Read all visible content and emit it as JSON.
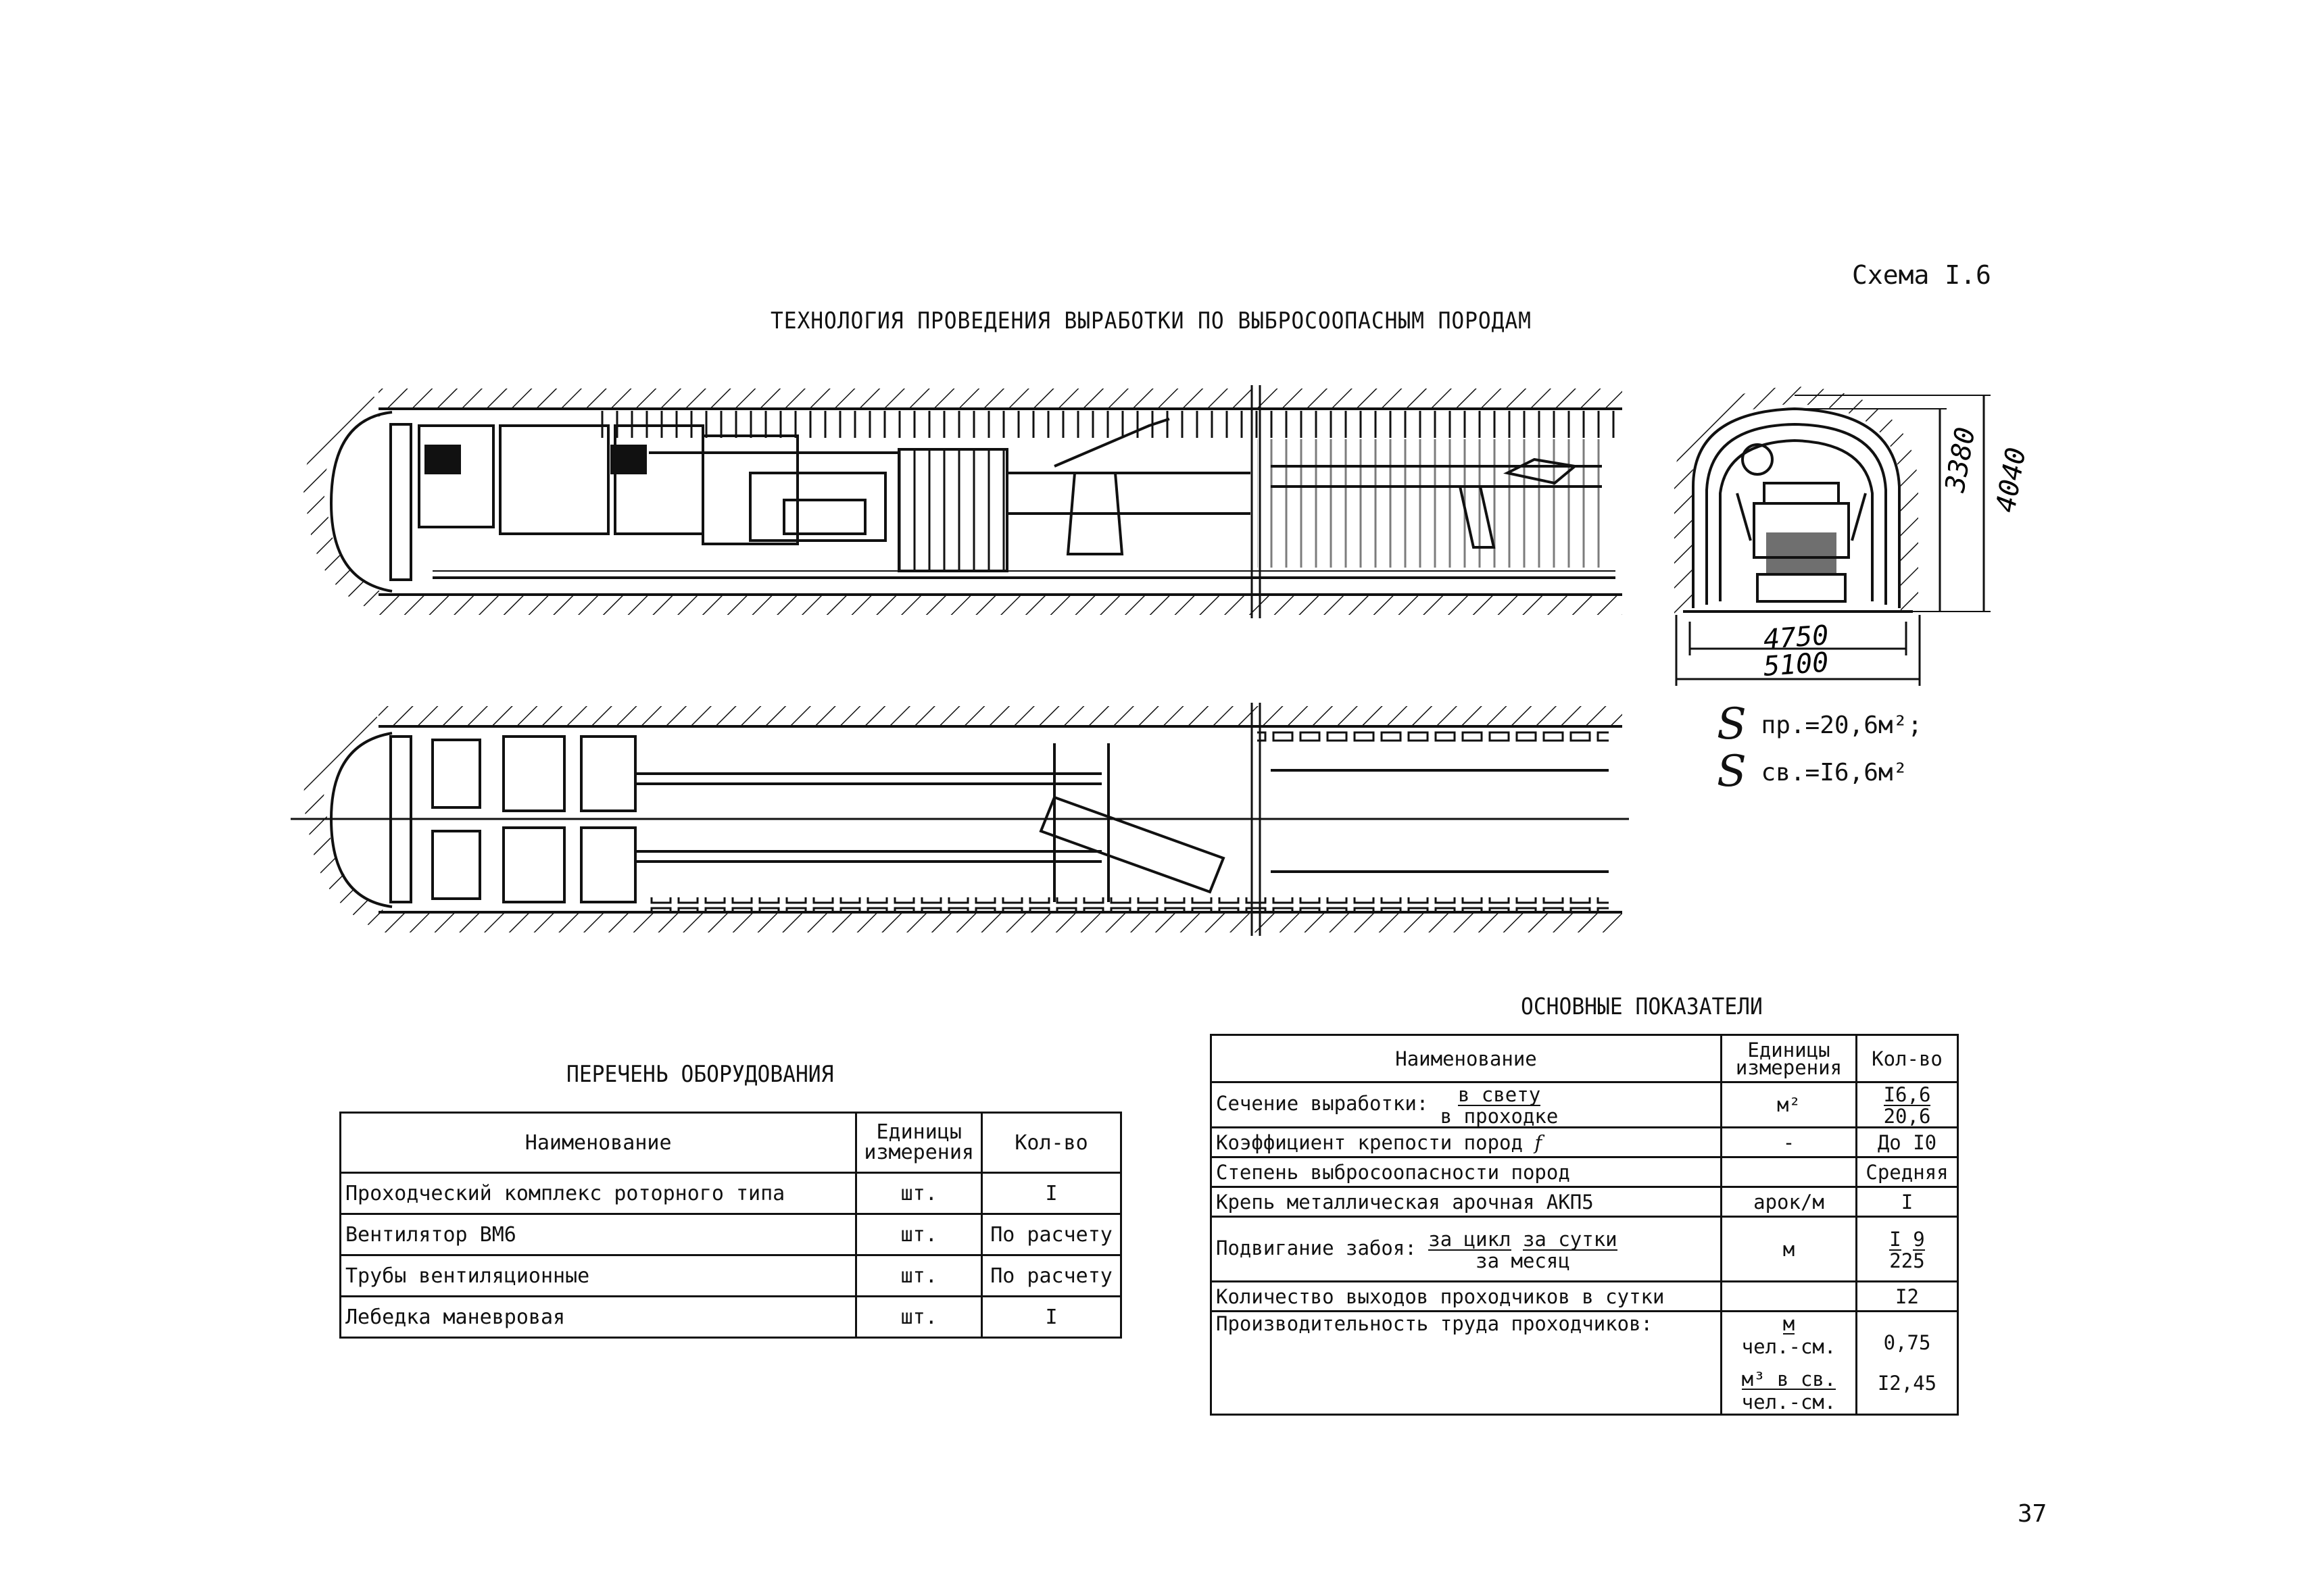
{
  "header": {
    "scheme_label": "Схема I.6",
    "title": "ТЕХНОЛОГИЯ ПРОВЕДЕНИЯ ВЫРАБОТКИ ПО ВЫБРОСООПАСНЫМ ПОРОДАМ"
  },
  "cross_section": {
    "dim_width_inner": "4750",
    "dim_width_outer": "5100",
    "dim_height_inner": "3380",
    "dim_height_outer": "4040",
    "area_total_prefix": "S",
    "area_total_text": " пр.=20,6м²;",
    "area_clear_prefix": "S",
    "area_clear_text": " св.=I6,6м²"
  },
  "equipment": {
    "title": "ПЕРЕЧЕНЬ ОБОРУДОВАНИЯ",
    "headers": {
      "name": "Наименование",
      "unit": "Единицы измерения",
      "qty": "Кол-во"
    },
    "rows": [
      {
        "name": "Проходческий комплекс роторного типа",
        "unit": "шт.",
        "qty": "I"
      },
      {
        "name": "Вентилятор ВМ6",
        "unit": "шт.",
        "qty": "По расчету"
      },
      {
        "name": "Трубы вентиляционные",
        "unit": "шт.",
        "qty": "По расчету"
      },
      {
        "name": "Лебедка маневровая",
        "unit": "шт.",
        "qty": "I"
      }
    ]
  },
  "indicators": {
    "title": "ОСНОВНЫЕ ПОКАЗАТЕЛИ",
    "headers": {
      "name": "Наименование",
      "unit": "Единицы измерения",
      "qty": "Кол-во"
    },
    "section": {
      "label": "Сечение выработки:",
      "sub1": "в свету",
      "sub2": "в проходке",
      "unit": "м²",
      "val1": "I6,6",
      "val2": "20,6"
    },
    "hardness": {
      "label": "Коэффициент крепости пород",
      "symbol": "f",
      "unit": "-",
      "value": "До I0"
    },
    "outburst": {
      "label": "Степень выбросоопасности пород",
      "unit": "",
      "value": "Средняя"
    },
    "support": {
      "label": "Крепь металлическая арочная АКП5",
      "unit": "арок/м",
      "value": "I"
    },
    "advance": {
      "label": "Подвигание забоя:",
      "sub1": "за цикл",
      "sub2": "за сутки",
      "sub3": "за месяц",
      "unit": "м",
      "val1": "I",
      "val2": "9",
      "val3": "225"
    },
    "exits": {
      "label": "Количество выходов проходчиков в сутки",
      "unit": "",
      "value": "I2"
    },
    "productivity": {
      "label": "Производительность труда проходчиков:",
      "unit1_top": "м",
      "unit1_bottom": "чел.-см.",
      "val1": "0,75",
      "unit2_top": "м³ в св.",
      "unit2_bottom": "чел.-см.",
      "val2": "I2,45"
    }
  },
  "page_number": "37"
}
